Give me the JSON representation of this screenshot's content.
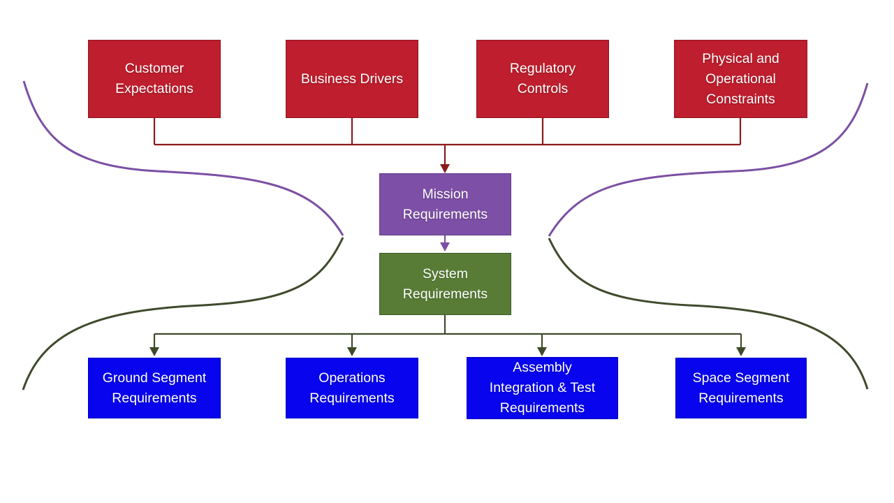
{
  "nodes": {
    "inputs": [
      {
        "label": "Customer\nExpectations"
      },
      {
        "label": "Business Drivers"
      },
      {
        "label": "Regulatory\nControls"
      },
      {
        "label": "Physical and\nOperational\nConstraints"
      }
    ],
    "mission": {
      "label": "Mission\nRequirements"
    },
    "system": {
      "label": "System\nRequirements"
    },
    "outputs": [
      {
        "label": "Ground Segment\nRequirements"
      },
      {
        "label": "Operations\nRequirements"
      },
      {
        "label": "Assembly\nIntegration & Test\nRequirements"
      },
      {
        "label": "Space Segment\nRequirements"
      }
    ]
  },
  "colors": {
    "background": "#FFFFFF",
    "text": "#FFFFFF",
    "input_box": "#BE1E2D",
    "input_connector": "#8B1A1A",
    "mission_box": "#7D4FA6",
    "mission_connector": "#7B4FA3",
    "system_box": "#587C35",
    "system_connector": "#3F4A2B",
    "output_box": "#0804EE"
  }
}
